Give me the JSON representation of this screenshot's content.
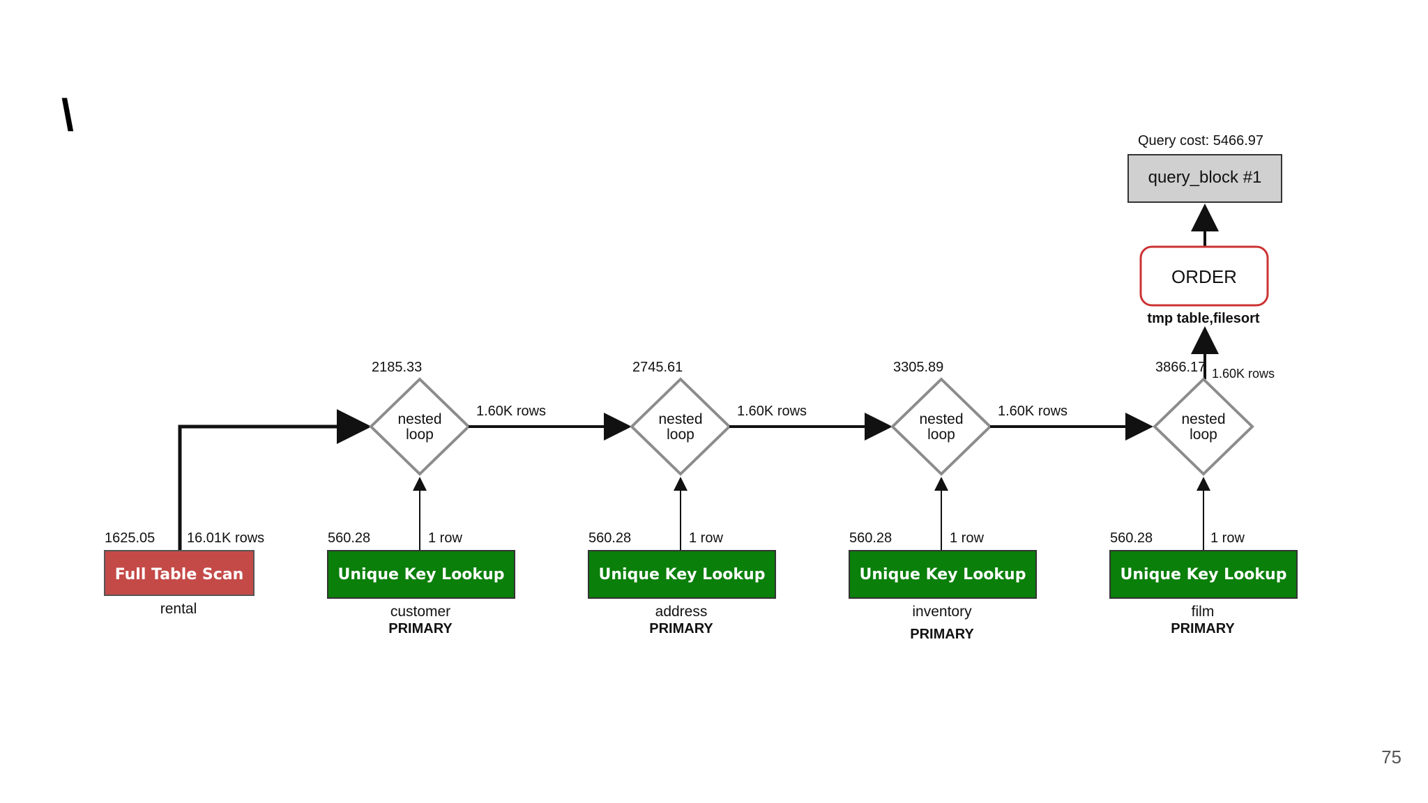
{
  "slide": {
    "title_mark": "\\",
    "page_number": "75"
  },
  "colors": {
    "scan": "#c44a48",
    "lookup": "#0a7f0a",
    "query_block": "#d0d0d0",
    "order_border": "#cc3333",
    "diamond_border": "#8c8c8c",
    "arrow": "#111111"
  },
  "query_block": {
    "cost_label": "Query cost: 5466.97",
    "label": "query_block #1"
  },
  "order": {
    "label": "ORDER",
    "detail": "tmp table,filesort",
    "input_rows": "1.60K rows"
  },
  "full_scan": {
    "label": "Full Table Scan",
    "cost": "1625.05",
    "rows": "16.01K rows",
    "table": "rental"
  },
  "nested_loops": [
    {
      "line1": "nested",
      "line2": "loop",
      "cost": "2185.33",
      "out_rows": "1.60K rows"
    },
    {
      "line1": "nested",
      "line2": "loop",
      "cost": "2745.61",
      "out_rows": "1.60K rows"
    },
    {
      "line1": "nested",
      "line2": "loop",
      "cost": "3305.89",
      "out_rows": "1.60K rows"
    },
    {
      "line1": "nested",
      "line2": "loop",
      "cost": "3866.17",
      "out_rows": "1.60K rows"
    }
  ],
  "lookups": [
    {
      "label": "Unique Key Lookup",
      "cost": "560.28",
      "rows": "1 row",
      "table": "customer",
      "key": "PRIMARY"
    },
    {
      "label": "Unique Key Lookup",
      "cost": "560.28",
      "rows": "1 row",
      "table": "address",
      "key": "PRIMARY"
    },
    {
      "label": "Unique Key Lookup",
      "cost": "560.28",
      "rows": "1 row",
      "table": "inventory",
      "key": "PRIMARY"
    },
    {
      "label": "Unique Key Lookup",
      "cost": "560.28",
      "rows": "1 row",
      "table": "film",
      "key": "PRIMARY"
    }
  ]
}
